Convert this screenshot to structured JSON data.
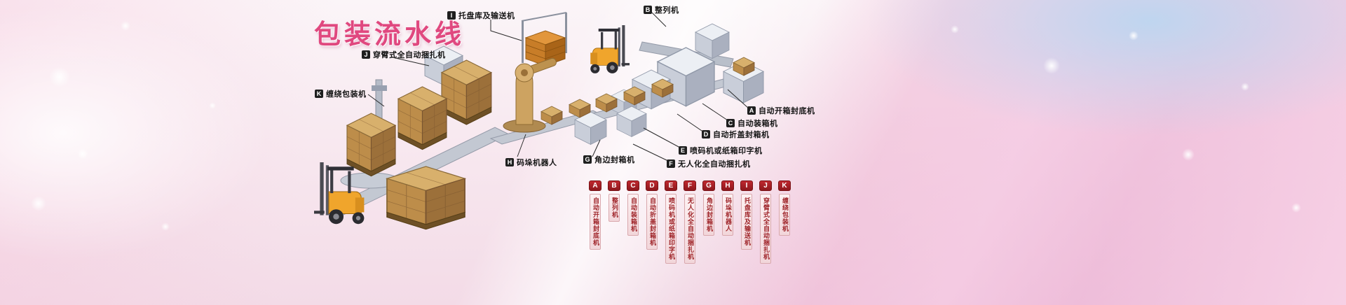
{
  "title": "包装流水线",
  "colors": {
    "title_pink": "#e0487f",
    "legend_red": "#9e2227",
    "callout_badge": "#1f1f1f"
  },
  "callouts": [
    {
      "letter": "A",
      "label": "自动开箱封底机"
    },
    {
      "letter": "B",
      "label": "整列机"
    },
    {
      "letter": "C",
      "label": "自动装箱机"
    },
    {
      "letter": "D",
      "label": "自动折盖封箱机"
    },
    {
      "letter": "E",
      "label": "喷码机或纸箱印字机"
    },
    {
      "letter": "F",
      "label": "无人化全自动捆扎机"
    },
    {
      "letter": "G",
      "label": "角边封箱机"
    },
    {
      "letter": "H",
      "label": "码垛机器人"
    },
    {
      "letter": "I",
      "label": "托盘库及输送机"
    },
    {
      "letter": "J",
      "label": "穿臂式全自动捆扎机"
    },
    {
      "letter": "K",
      "label": "缠绕包装机"
    }
  ],
  "legend": {
    "items": [
      {
        "letter": "A",
        "label": "自动开箱封底机"
      },
      {
        "letter": "B",
        "label": "整列机"
      },
      {
        "letter": "C",
        "label": "自动装箱机"
      },
      {
        "letter": "D",
        "label": "自动折盖封箱机"
      },
      {
        "letter": "E",
        "label": "喷码机或纸箱印字机"
      },
      {
        "letter": "F",
        "label": "无人化全自动捆扎机"
      },
      {
        "letter": "G",
        "label": "角边封箱机"
      },
      {
        "letter": "H",
        "label": "码垛机器人"
      },
      {
        "letter": "I",
        "label": "托盘库及输送机"
      },
      {
        "letter": "J",
        "label": "穿臂式全自动捆扎机"
      },
      {
        "letter": "K",
        "label": "缠绕包装机"
      }
    ]
  }
}
